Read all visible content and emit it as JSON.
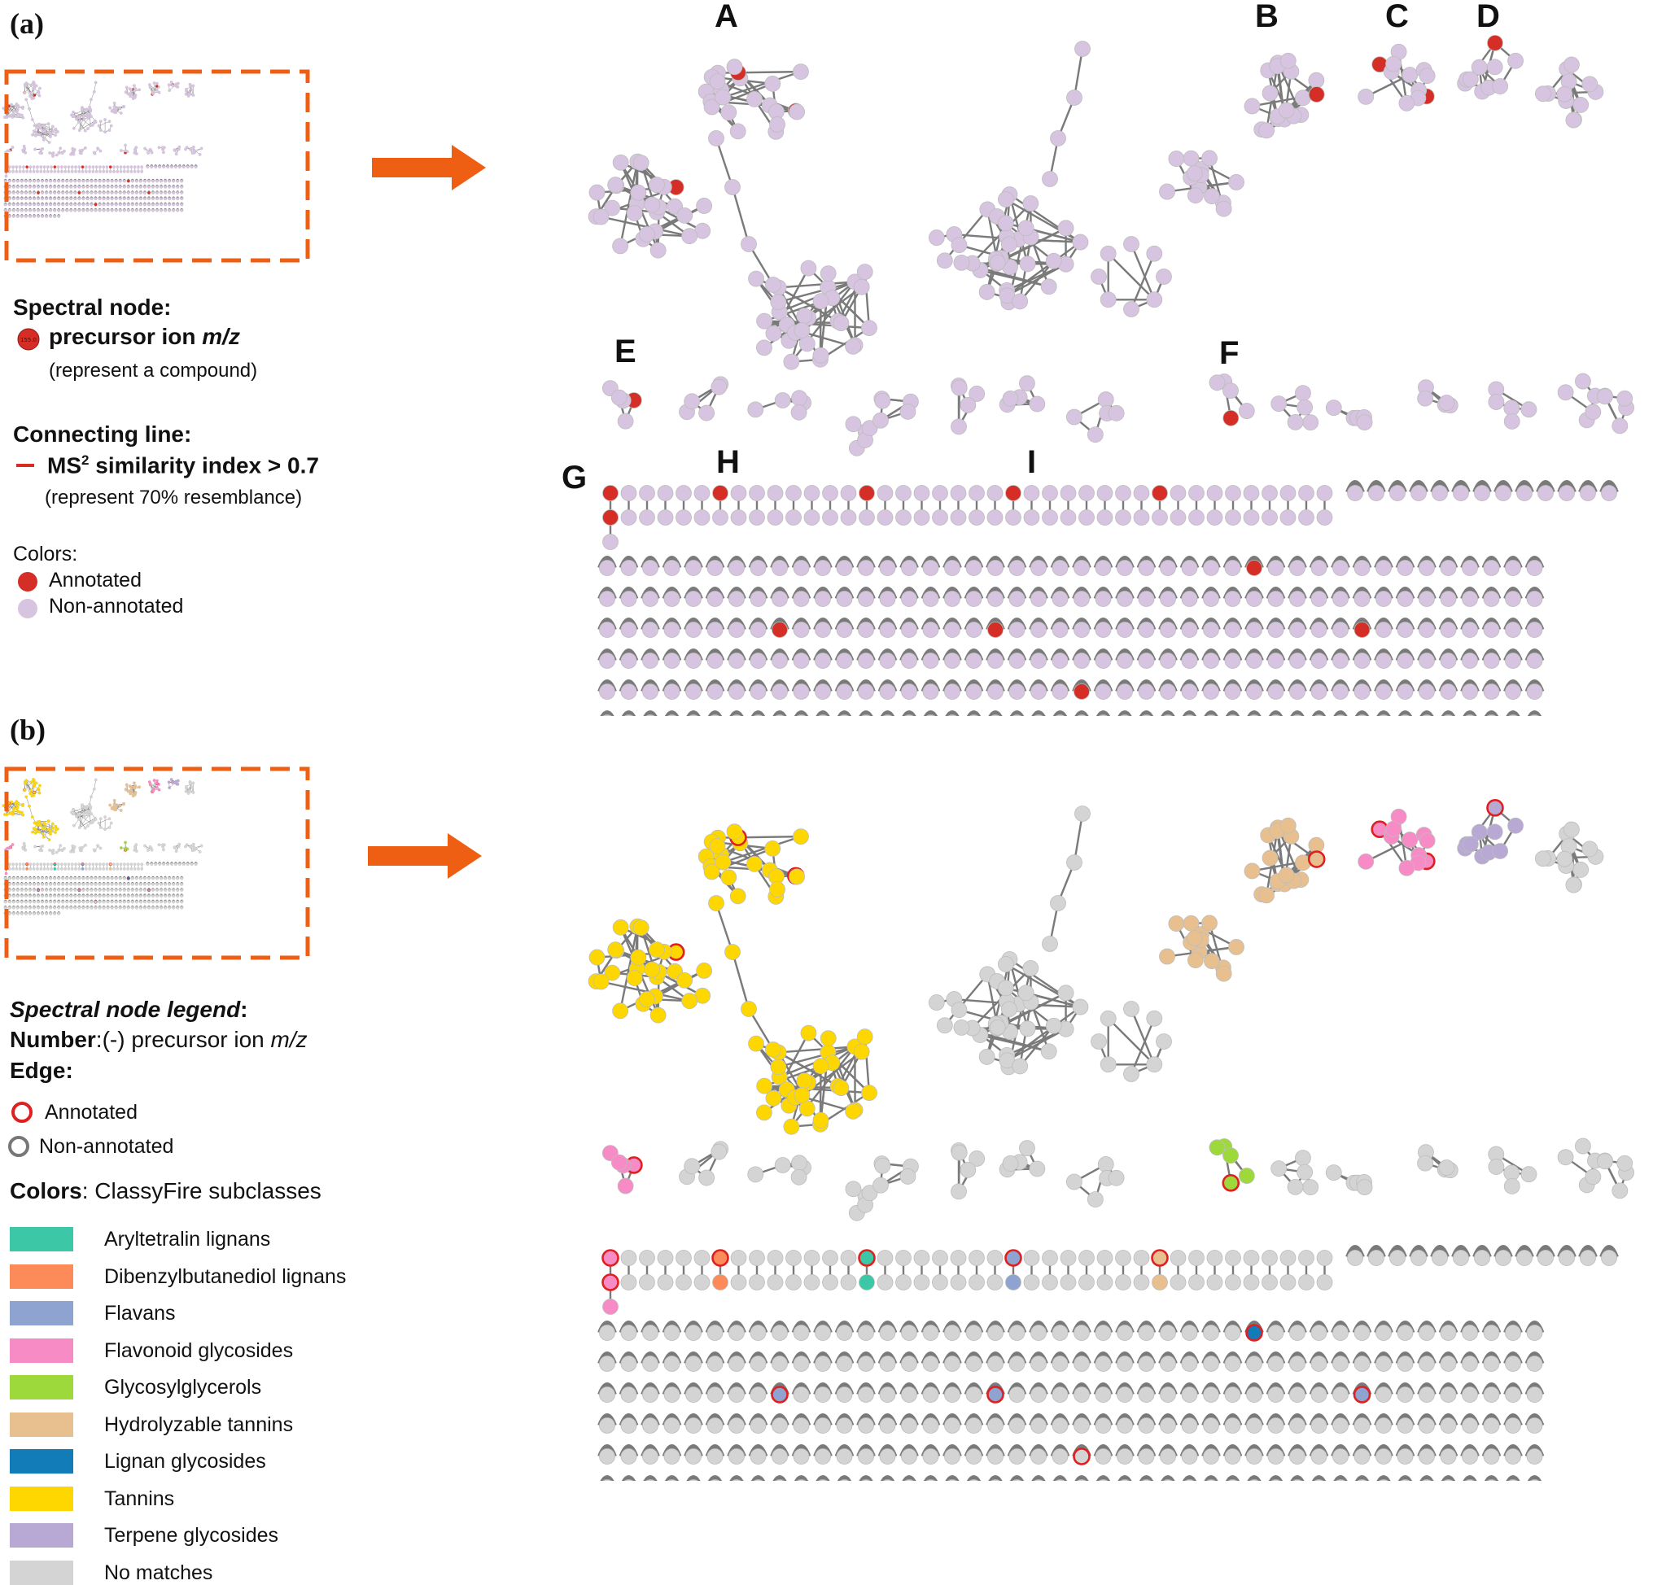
{
  "panel_a": {
    "label": "(a)",
    "legend": {
      "node_title": "Spectral node:",
      "node_badge": "155.0",
      "node_desc": "precursor ion ",
      "node_desc_italic": "m/z",
      "node_note": "(represent a compound)",
      "line_title": "Connecting line:",
      "line_desc_prefix": "MS",
      "line_desc_sup": "2",
      "line_desc_suffix": " similarity index > 0.7",
      "line_note": "(represent 70% resemblance)",
      "colors_title": "Colors:",
      "annotated": "Annotated",
      "non_annotated": "Non-annotated"
    },
    "cluster_labels": [
      "A",
      "B",
      "C",
      "D",
      "E",
      "F",
      "G",
      "H",
      "I"
    ]
  },
  "panel_b": {
    "label": "(b)",
    "legend": {
      "title": "Spectral node legend",
      "title_colon": ":",
      "number_bold": "Number",
      "number_text": ":(-) precursor ion ",
      "number_italic": "m/z",
      "edge": "Edge:",
      "annotated": "Annotated",
      "non_annotated": "Non-annotated",
      "colors_bold": "Colors",
      "colors_text": ": ClassyFire subclasses"
    },
    "classes": [
      {
        "name": "Aryltetralin lignans",
        "color": "#3cc8a6"
      },
      {
        "name": "Dibenzylbutanediol lignans",
        "color": "#fd8b5a"
      },
      {
        "name": "Flavans",
        "color": "#8ea3d0"
      },
      {
        "name": "Flavonoid glycosides",
        "color": "#f78bc5"
      },
      {
        "name": "Glycosylglycerols",
        "color": "#9ed93c"
      },
      {
        "name": "Hydrolyzable tannins",
        "color": "#e8c08f"
      },
      {
        "name": "Lignan glycosides",
        "color": "#127cb8"
      },
      {
        "name": "Tannins",
        "color": "#fed700"
      },
      {
        "name": "Terpene glycosides",
        "color": "#b8a8d4"
      },
      {
        "name": "No matches",
        "color": "#d4d4d4"
      }
    ]
  },
  "colors": {
    "annotated": "#d42e26",
    "non_annotated": "#d7c4e0",
    "arrow": "#ee5f14",
    "frame": "#ee5f14",
    "edge": "#7a7a7a",
    "no_match": "#d4d4d4",
    "annot_ring": "#e02020"
  }
}
